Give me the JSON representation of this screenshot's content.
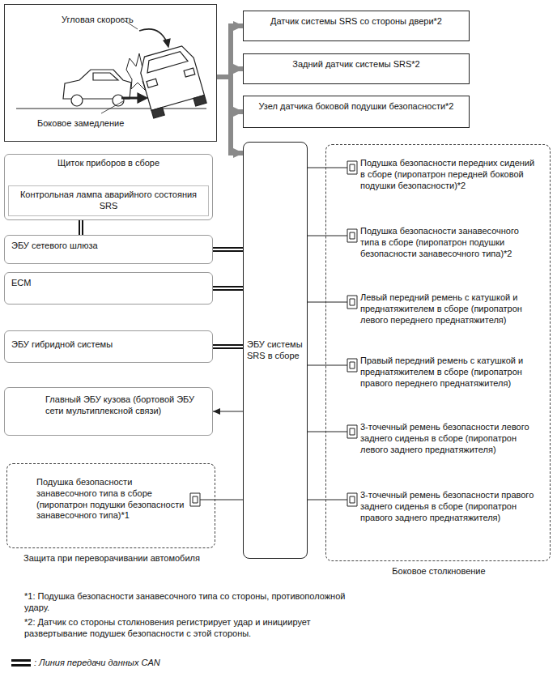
{
  "diagram": {
    "nodes": [
      {
        "text": [
          "Угловая скорость",
          "Боковое замедление"
        ]
      },
      {
        "text": [
          "Датчик системы SRS со стороны двери*2"
        ]
      },
      {
        "text": [
          "Задний датчик системы SRS*2"
        ]
      },
      {
        "text": [
          "Узел датчика боковой подушки безопасности*2"
        ]
      },
      {
        "text": [
          "Щиток приборов в сборе"
        ]
      },
      {
        "text": [
          "Контрольная лампа аварийного состояния SRS"
        ],
        "in": 4
      },
      {
        "text": [
          "ЭБУ сетевого шлюза"
        ]
      },
      {
        "text": [
          "ECM"
        ]
      },
      {
        "text": [
          "ЭБУ гибридной системы"
        ]
      },
      {
        "text": [
          "ЭБУ системы SRS в сборе"
        ]
      },
      {
        "text": [
          "Главный ЭБУ кузова (бортовой ЭБУ сети мультиплексной связи)"
        ]
      },
      {
        "text": [
          "Защита при переворачивании автомобиля"
        ]
      },
      {
        "text": [
          "Подушка безопасности занавесочного типа в сборе (пиропатрон подушки безопасности занавесочного типа)*1"
        ],
        "in": 11
      },
      {
        "text": [
          "Боковое столкновение"
        ]
      },
      {
        "text": [
          "Подушка безопасности передних сидений в сборе (пиропатрон передней боковой подушки безопасности)*2"
        ],
        "in": 13
      },
      {
        "text": [
          "Подушка безопасности занавесочного типа в сборе (пиропатрон подушки безопасности занавесочного типа)*2"
        ],
        "in": 13
      },
      {
        "text": [
          "Левый передний ремень с катушкой и преднатяжителем в сборе (пиропатрон левого переднего преднатяжителя)"
        ],
        "in": 13
      },
      {
        "text": [
          "Правый передний ремень с катушкой и преднатяжителем в сборе (пиропатрон правого переднего преднатяжителя)"
        ],
        "in": 13
      },
      {
        "text": [
          "3-точечный ремень безопасности левого заднего сиденья в сборе (пиропатрон левого заднего преднатяжителя)"
        ],
        "in": 13
      },
      {
        "text": [
          "3-точечный ремень безопасности правого заднего сиденья в сборе (пиропатрон правого заднего преднатяжителя)"
        ],
        "in": 13
      }
    ],
    "edges": [
      {
        "from": 0,
        "to": 1,
        "arrow": "to"
      },
      {
        "from": 0,
        "to": 2,
        "arrow": "to"
      },
      {
        "from": 0,
        "to": 3,
        "arrow": "to"
      },
      {
        "from": 0,
        "to": 9,
        "arrow": "to"
      },
      {
        "from": 4,
        "to": 6,
        "arrow": "none"
      },
      {
        "from": 6,
        "to": 9,
        "arrow": "none"
      },
      {
        "from": 7,
        "to": 9,
        "arrow": "none"
      },
      {
        "from": 8,
        "to": 9,
        "arrow": "none"
      },
      {
        "from": 9,
        "to": 10,
        "arrow": "to"
      },
      {
        "from": 9,
        "to": 12,
        "arrow": "none"
      },
      {
        "from": 9,
        "to": 14,
        "arrow": "none"
      },
      {
        "from": 9,
        "to": 15,
        "arrow": "none"
      },
      {
        "from": 9,
        "to": 16,
        "arrow": "none"
      },
      {
        "from": 9,
        "to": 17,
        "arrow": "none"
      },
      {
        "from": 9,
        "to": 18,
        "arrow": "none"
      },
      {
        "from": 9,
        "to": 19,
        "arrow": "none"
      }
    ],
    "labels": [
      "*1: Подушка безопасности занавесочного типа со стороны, противоположной удару.",
      "*2: Датчик со стороны столкновения регистрирует удар и инициирует развертывание подушек безопасности с этой стороны."
    ],
    "legend": [
      {
        "text": ": Линия передачи данных CAN"
      }
    ]
  }
}
